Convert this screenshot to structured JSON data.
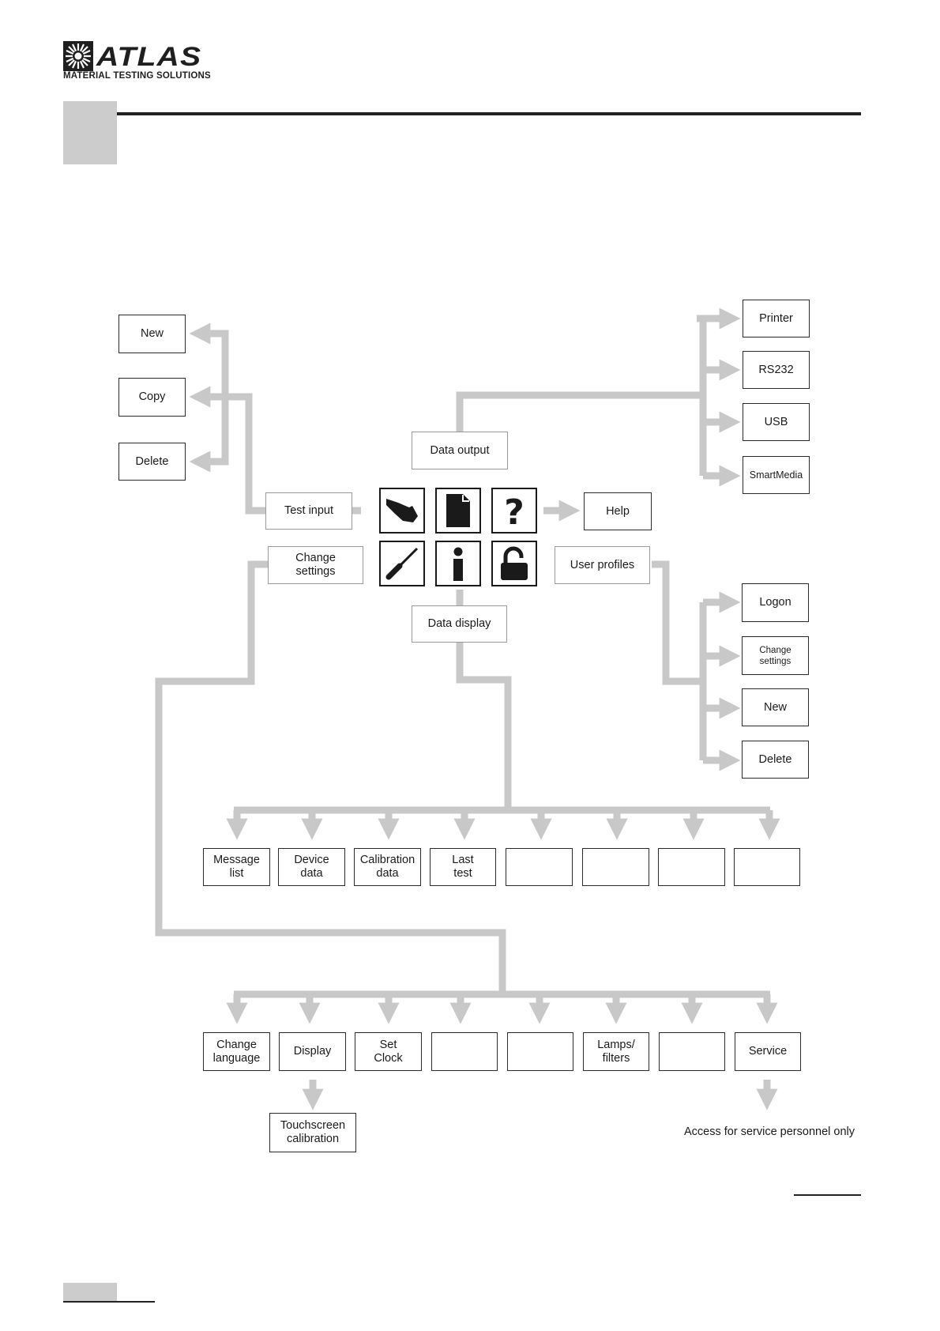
{
  "header": {
    "logo_word": "ATLAS",
    "logo_sub": "MATERIAL TESTING SOLUTIONS"
  },
  "menu_icons": {
    "row1": [
      "hand-icon",
      "document-icon",
      "question-mark-icon"
    ],
    "row2": [
      "screwdriver-icon",
      "info-icon",
      "unlock-icon"
    ]
  },
  "hub": {
    "data_output": "Data output",
    "data_display": "Data display",
    "test_input": "Test input",
    "change_settings": "Change\nsettings",
    "help": "Help",
    "user_profiles": "User profiles"
  },
  "test_input_items": [
    "New",
    "Copy",
    "Delete"
  ],
  "data_output_items": [
    "Printer",
    "RS232",
    "USB",
    "SmartMedia"
  ],
  "user_profile_items": [
    "Logon",
    "Change\nsettings",
    "New",
    "Delete"
  ],
  "data_display_items": [
    "Message\nlist",
    "Device\ndata",
    "Calibration\ndata",
    "Last\ntest",
    "",
    "",
    "",
    ""
  ],
  "settings_items": [
    "Change\nlanguage",
    "Display",
    "Set\nClock",
    "",
    "",
    "Lamps/\nfilters",
    "",
    "Service"
  ],
  "display_sub_item": "Touchscreen\ncalibration",
  "service_note": "Access for service personnel only",
  "colors": {
    "connector": "#c8c8c8",
    "border": "#2a2a2a",
    "tab": "#cccccc"
  }
}
